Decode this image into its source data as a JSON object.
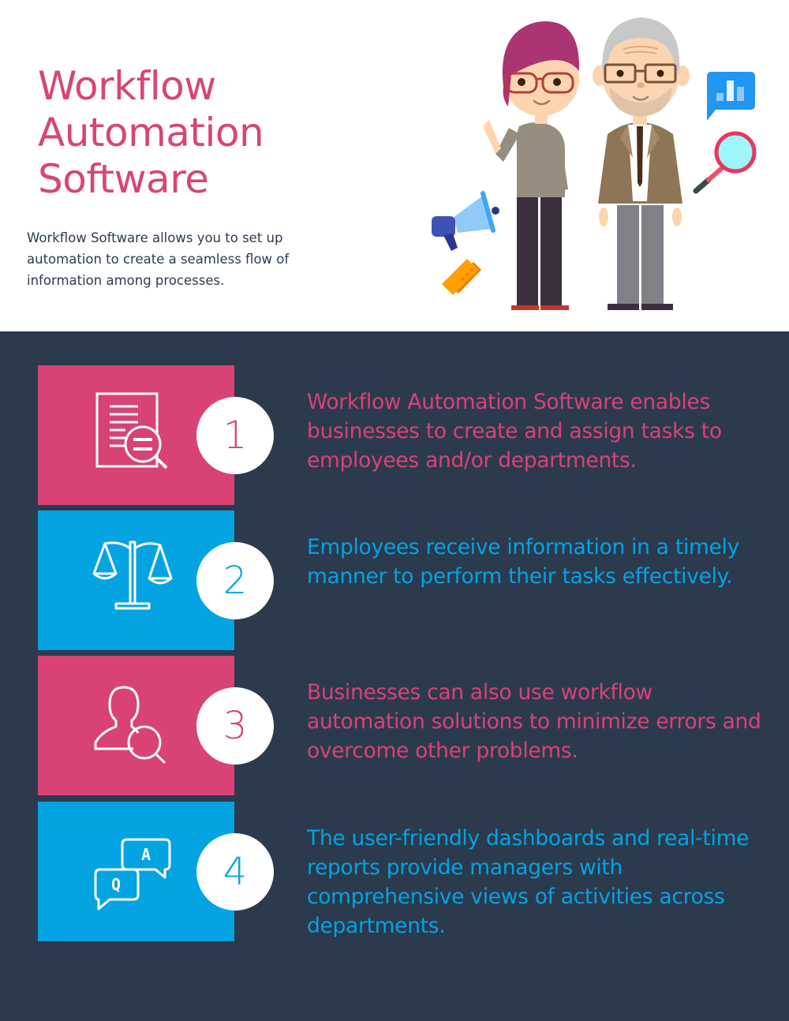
{
  "header": {
    "title_lines": [
      "Workflow",
      "Automation",
      "Software"
    ],
    "intro": "Workflow Software allows you to set up automation to create a seamless flow of information among processes."
  },
  "illustration": {
    "characters": [
      "woman-waving",
      "older-man-in-suit"
    ],
    "props": [
      "chart-speech-bubble-icon",
      "magnifying-glass-icon",
      "megaphone-icon",
      "ticket-icon"
    ]
  },
  "colors": {
    "pink": "#d94277",
    "blue": "#04a3e1",
    "dark_bg": "#2c3a4e",
    "intro_text": "#2d3b4f"
  },
  "steps": [
    {
      "number": "1",
      "icon": "document-search-icon",
      "color": "pink",
      "text": "Workflow Automation Software enables businesses to create and assign tasks to employees and/or departments."
    },
    {
      "number": "2",
      "icon": "balance-scale-icon",
      "color": "blue",
      "text": "Employees receive information in a timely manner to perform their tasks effectively."
    },
    {
      "number": "3",
      "icon": "user-search-icon",
      "color": "pink",
      "text": "Businesses can also use workflow automation solutions to minimize errors and overcome other problems."
    },
    {
      "number": "4",
      "icon": "qa-chat-icon",
      "color": "blue",
      "text": "The user-friendly dashboards and real-time reports provide managers with comprehensive views of activities across departments."
    }
  ]
}
